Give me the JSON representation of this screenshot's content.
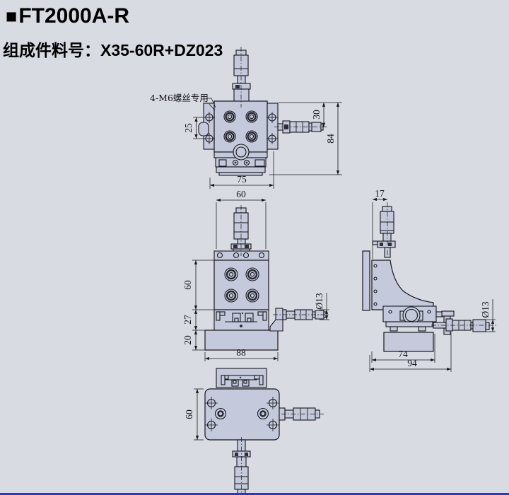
{
  "header": {
    "bullet": "■",
    "title": "FT2000A-R",
    "subtitle": "组成件料号：X35-60R+DZ023"
  },
  "annotations": {
    "screws_note": "4-M6螺丝专用"
  },
  "dimensions": {
    "top_view": {
      "screw_spacing": "25",
      "mic_axis_offset": "30",
      "overall_depth": "84",
      "body_width": "75"
    },
    "front_view": {
      "platform_width": "60",
      "body_height": "60",
      "clamp_height": "27",
      "base_height": "20",
      "base_width": "88",
      "mic_diameter": "Ø13"
    },
    "side_view": {
      "mic_offset": "17",
      "mic_diameter": "Ø13",
      "stage_width": "74",
      "overall_width": "94"
    },
    "bottom_view": {
      "body_height": "60"
    }
  },
  "colors": {
    "background": "#d9dbe2",
    "body_fill": "#c4cadb",
    "dark_detail": "#2e3038",
    "line": "#17171c",
    "bottom_rule": "#2934dd"
  }
}
